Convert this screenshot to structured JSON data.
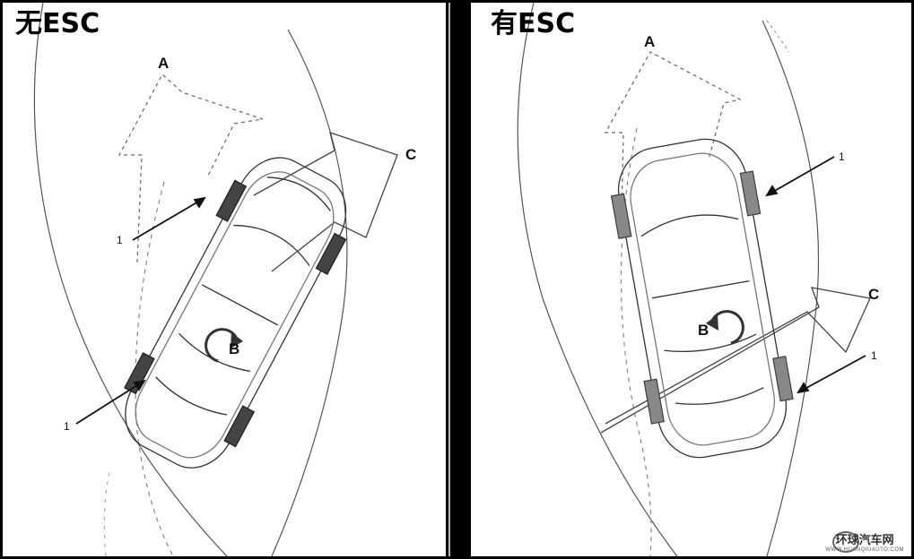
{
  "left_panel": {
    "title": "无ESC",
    "labels": {
      "a": "A",
      "b": "B",
      "c": "C",
      "n1": "1",
      "n2": "1"
    }
  },
  "right_panel": {
    "title": "有ESC",
    "labels": {
      "a": "A",
      "b": "B",
      "c": "C",
      "n1": "1",
      "n2": "1"
    }
  },
  "watermark": {
    "cn": "环球汽车网",
    "en": "WWW.HUANQIUAUTO.COM"
  }
}
